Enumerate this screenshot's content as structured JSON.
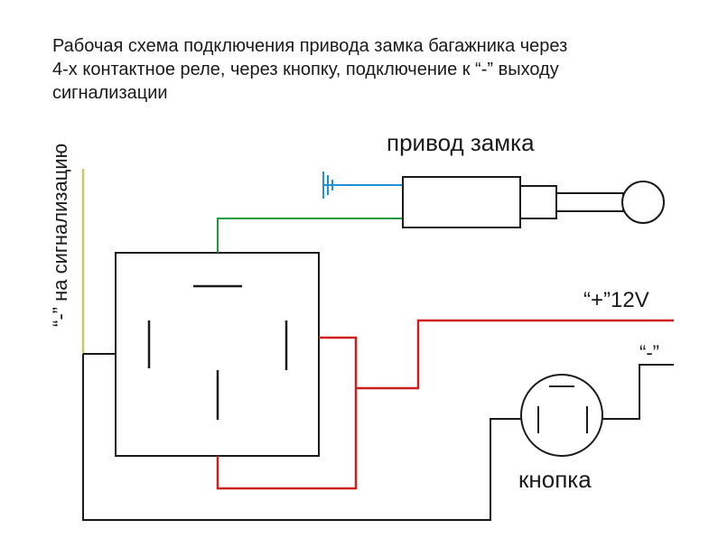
{
  "title": {
    "line1": "Рабочая схема подключения привода замка багажника через",
    "line2": "4-х контактное реле, через кнопку, подключение к “-” выходу",
    "line3": "сигнализации"
  },
  "labels": {
    "actuator": "привод замка",
    "plus12v": "“+”12V",
    "minus": "“-”",
    "button": "кнопка",
    "alarm_minus": "“-” на сигнализацию"
  },
  "colors": {
    "wire_black": "#1a1a1a",
    "wire_red": "#cc1f1f",
    "wire_green": "#1e9a3a",
    "wire_blue": "#1f8fd6",
    "wire_yellow": "#c8c86a"
  }
}
